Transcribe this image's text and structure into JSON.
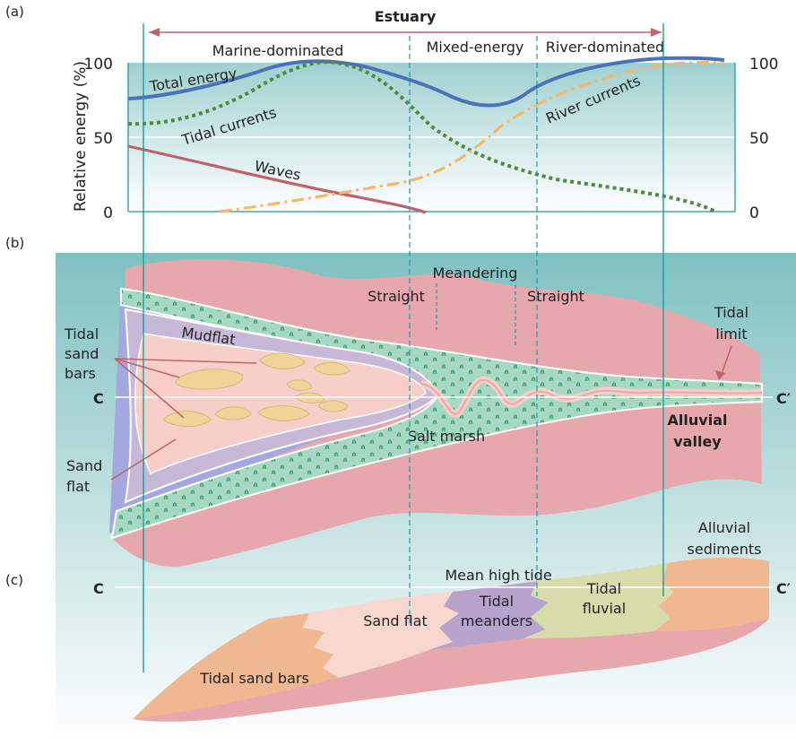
{
  "panels": {
    "a": "(a)",
    "b": "(b)",
    "c": "(c)"
  },
  "panel_a": {
    "estuary": "Estuary",
    "zones": {
      "marine": "Marine-dominated",
      "mixed": "Mixed-energy",
      "river": "River-dominated"
    },
    "y_axis_label": "Relative energy (%)",
    "y_ticks": [
      "100",
      "50",
      "0"
    ],
    "curve_labels": {
      "total": "Total energy",
      "tidal": "Tidal currents",
      "waves": "Waves",
      "river": "River currents"
    }
  },
  "panel_b": {
    "meandering": "Meandering",
    "straight_left": "Straight",
    "straight_right": "Straight",
    "tidal_sand_bars": [
      "Tidal",
      "sand",
      "bars"
    ],
    "mudflat": "Mudflat",
    "sand_flat": [
      "Sand",
      "flat"
    ],
    "salt_marsh": "Salt marsh",
    "tidal_limit": [
      "Tidal",
      "limit"
    ],
    "alluvial_valley": [
      "Alluvial",
      "valley"
    ],
    "c_left": "C",
    "c_right": "C′"
  },
  "panel_c": {
    "alluvial_sediments": [
      "Alluvial",
      "sediments"
    ],
    "mean_high_tide": "Mean high tide",
    "c_left": "C",
    "c_right": "C′",
    "tidal_sand_bars": "Tidal sand bars",
    "sand_flat": "Sand flat",
    "tidal_meanders": [
      "Tidal",
      "meanders"
    ],
    "tidal_fluvial": [
      "Tidal",
      "fluvial"
    ]
  },
  "colors": {
    "total": "#4a72b8",
    "tidal": "#4f8a3e",
    "waves": "#c0626b",
    "river": "#f2b86c",
    "teal_line": "#1f9aa0",
    "rose": "#e6a8ad",
    "marsh": "#a7d8c4",
    "lavender": "#c7b8d8",
    "blue_lagoon": "#a3a9de",
    "sand": "#f2d39a"
  }
}
